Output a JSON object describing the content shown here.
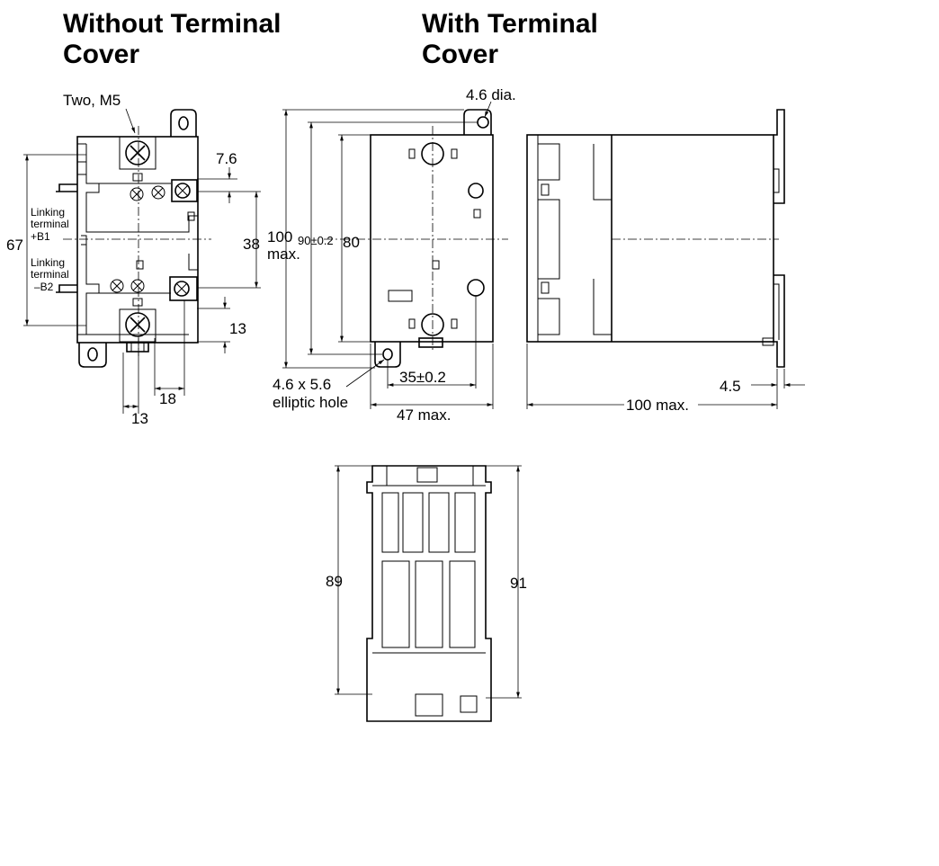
{
  "headings": {
    "without_cover": [
      "Without Terminal",
      "Cover"
    ],
    "with_cover": [
      "With Terminal",
      "Cover"
    ]
  },
  "labels": {
    "screws": "Two, M5",
    "hole_dia": "4.6 dia.",
    "dim_7_6": "7.6",
    "dim_38": "38",
    "dim_67": "67",
    "dim_13_right": "13",
    "dim_18": "18",
    "dim_13_bottom": "13",
    "link_b1": [
      "Linking",
      "terminal",
      "+B1"
    ],
    "link_b2": [
      "Linking",
      "terminal",
      "–B2"
    ],
    "dim_100": "100",
    "dim_max_100": "max.",
    "dim_90": "90±0.2",
    "dim_80": "80",
    "ellipse": [
      "4.6 x 5.6",
      "elliptic hole"
    ],
    "dim_35": "35±0.2",
    "dim_47": "47 max.",
    "dim_100_side": "100 max.",
    "dim_4_5": "4.5",
    "dim_89": "89",
    "dim_91": "91"
  }
}
